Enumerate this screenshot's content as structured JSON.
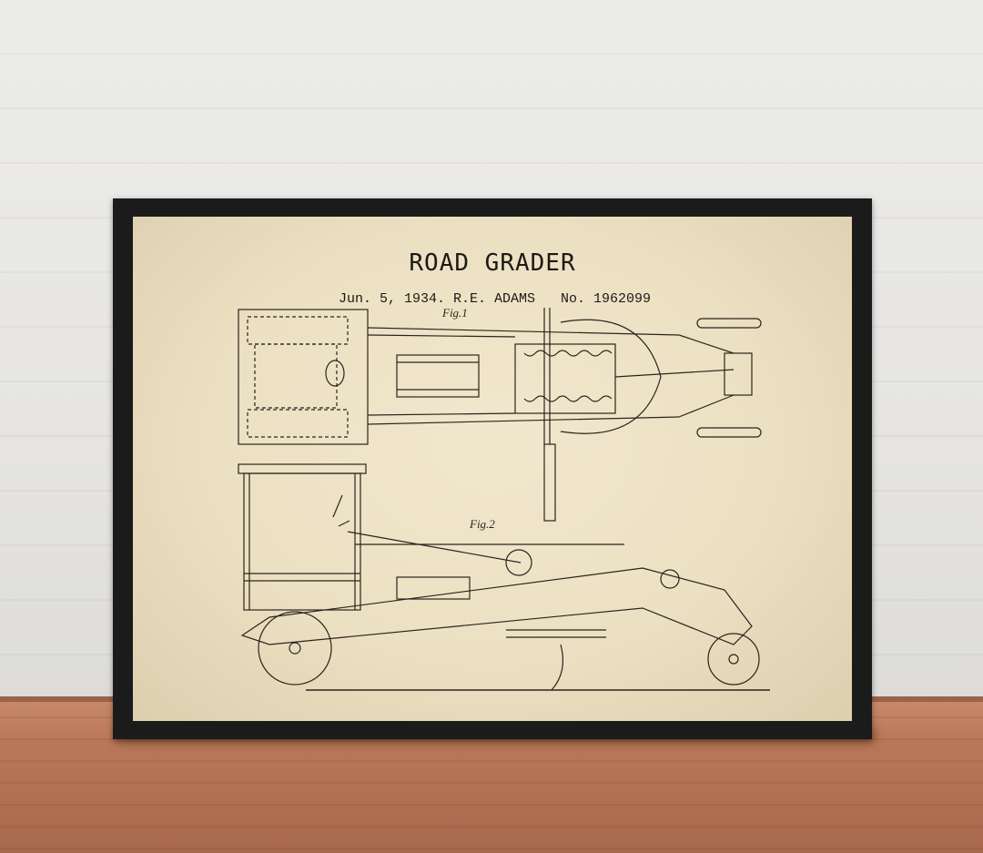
{
  "poster": {
    "title": "ROAD GRADER",
    "date": "Jun. 5, 1934.",
    "inventor": "R.E. ADAMS",
    "patent_no": "No. 1962099",
    "fig1_label": "Fig.1",
    "fig2_label": "Fig.2"
  },
  "colors": {
    "paper": "#ece0c2",
    "ink": "#1d1a16",
    "frame": "#1b1b1b",
    "floor": "#b97859",
    "wall": "#e6e5e2"
  }
}
